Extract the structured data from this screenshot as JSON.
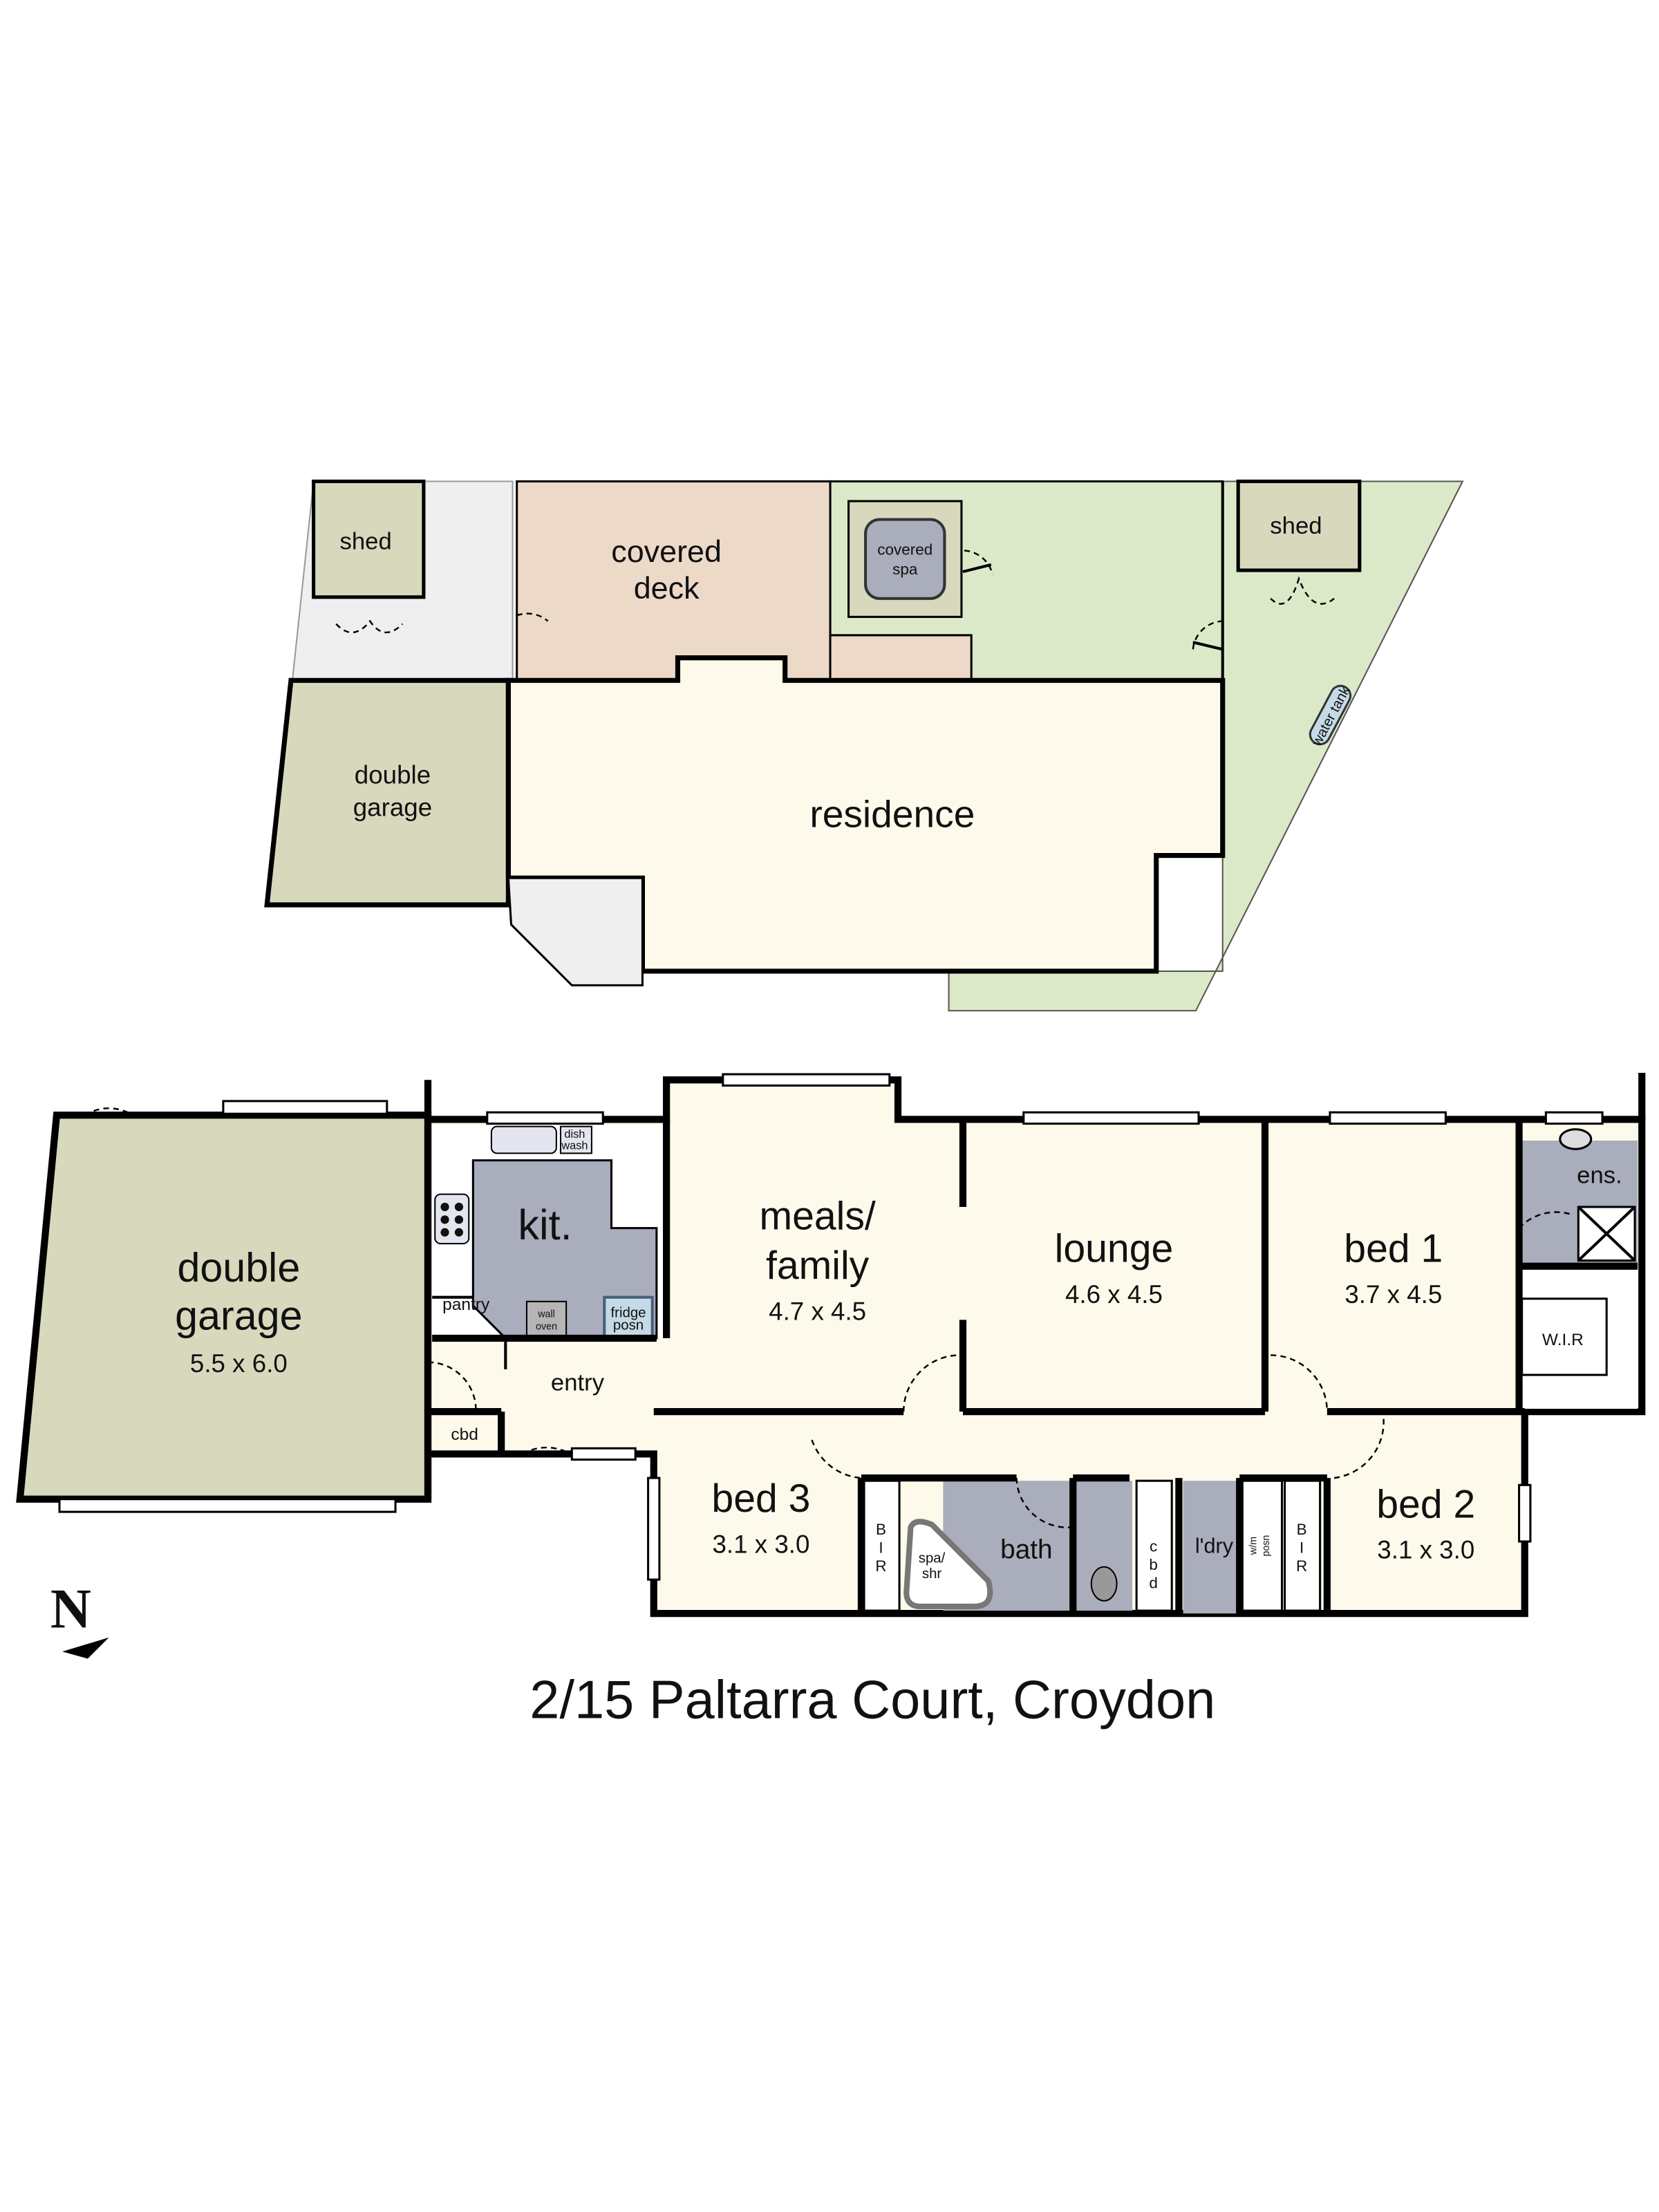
{
  "colors": {
    "garage": "#d8d8bd",
    "deck": "#ecd9c8",
    "yard": "#dbe9c9",
    "residence": "#fefaeb",
    "wet": "#a9adbc",
    "paving": "#efefef",
    "fridge": "#c4dbe6"
  },
  "site_plan": {
    "shed_left": "shed",
    "covered_deck": [
      "covered",
      "deck"
    ],
    "covered_spa": [
      "covered",
      "spa"
    ],
    "shed_right": "shed",
    "double_garage": [
      "double",
      "garage"
    ],
    "residence": "residence",
    "water_tank": "water tank"
  },
  "floor_plan": {
    "garage": {
      "name": [
        "double",
        "garage"
      ],
      "size": "5.5 x 6.0"
    },
    "kitchen": {
      "name": "kit.",
      "dishwasher": [
        "dish",
        "wash"
      ],
      "pantry": "pantry",
      "wall_oven": [
        "wall",
        "oven"
      ],
      "fridge": [
        "fridge",
        "posn"
      ]
    },
    "meals": {
      "name": [
        "meals/",
        "family"
      ],
      "size": "4.7 x 4.5"
    },
    "lounge": {
      "name": "lounge",
      "size": "4.6 x 4.5"
    },
    "bed1": {
      "name": "bed 1",
      "size": "3.7 x 4.5"
    },
    "ensuite": "ens.",
    "wir": "W.I.R",
    "entry": "entry",
    "cbd": "cbd",
    "bed3": {
      "name": "bed 3",
      "size": "3.1 x 3.0"
    },
    "bir_left": [
      "B",
      "I",
      "R"
    ],
    "spa_shower": [
      "spa/",
      "shr"
    ],
    "bath": "bath",
    "cbd_vertical": [
      "c",
      "b",
      "d"
    ],
    "laundry": "l'dry",
    "wm": [
      "w/m",
      "posn"
    ],
    "bir_right": [
      "B",
      "I",
      "R"
    ],
    "bed2": {
      "name": "bed 2",
      "size": "3.1 x 3.0"
    }
  },
  "north": "N",
  "address": "2/15 Paltarra Court, Croydon"
}
